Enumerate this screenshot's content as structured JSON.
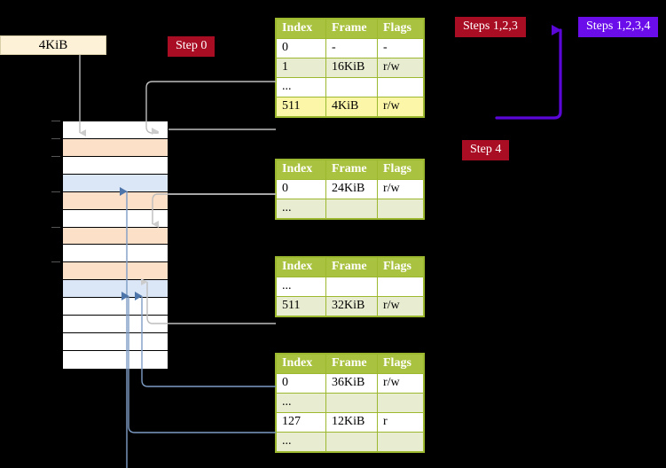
{
  "labels": {
    "size_box": "4KiB",
    "step0": "Step 0",
    "steps123": "Steps 1,2,3",
    "steps1234": "Steps 1,2,3,4",
    "step4": "Step 4"
  },
  "colors": {
    "badge_red": "#a80d24",
    "badge_purple": "#6a0dea",
    "table_header": "#a9c23f",
    "table_border": "#9cb82f",
    "row_tint": "#e8edd2",
    "highlight": "#fcf7a8",
    "mem_peach": "#fde0c8",
    "mem_blue": "#dbe7f7",
    "size_box_bg": "#fdf2d8",
    "connector_gray": "#b0b0b0",
    "connector_blue": "#7d9cc4"
  },
  "tables": {
    "columns": [
      "Index",
      "Frame",
      "Flags"
    ],
    "pml4": {
      "name": "pml4-table",
      "rows": [
        {
          "index": "0",
          "frame": "-",
          "flags": "-",
          "style": "r-white"
        },
        {
          "index": "1",
          "frame": "16KiB",
          "flags": "r/w",
          "style": "r-tint"
        },
        {
          "index": "...",
          "frame": "",
          "flags": "",
          "style": "r-white"
        },
        {
          "index": "511",
          "frame": "4KiB",
          "flags": "r/w",
          "style": "hl"
        }
      ]
    },
    "pdpt": {
      "name": "pdpt-table",
      "rows": [
        {
          "index": "0",
          "frame": "24KiB",
          "flags": "r/w",
          "style": "r-white"
        },
        {
          "index": "...",
          "frame": "",
          "flags": "",
          "style": "r-tint"
        }
      ]
    },
    "pd": {
      "name": "page-directory-table",
      "rows": [
        {
          "index": "...",
          "frame": "",
          "flags": "",
          "style": "r-white"
        },
        {
          "index": "511",
          "frame": "32KiB",
          "flags": "r/w",
          "style": "r-tint"
        }
      ]
    },
    "pt": {
      "name": "page-table",
      "rows": [
        {
          "index": "0",
          "frame": "36KiB",
          "flags": "r/w",
          "style": "r-white"
        },
        {
          "index": "...",
          "frame": "",
          "flags": "",
          "style": "r-tint"
        },
        {
          "index": "127",
          "frame": "12KiB",
          "flags": "r",
          "style": "r-white"
        },
        {
          "index": "...",
          "frame": "",
          "flags": "",
          "style": "r-tint"
        }
      ]
    }
  },
  "memory_grid": {
    "name": "physical-memory-grid",
    "rows": [
      {
        "fill": "m-white",
        "tick": true
      },
      {
        "fill": "m-peach",
        "tick": true
      },
      {
        "fill": "m-white",
        "tick": true
      },
      {
        "fill": "m-blue",
        "tick": false
      },
      {
        "fill": "m-peach",
        "tick": true
      },
      {
        "fill": "m-white",
        "tick": false
      },
      {
        "fill": "m-peach",
        "tick": true
      },
      {
        "fill": "m-white",
        "tick": false
      },
      {
        "fill": "m-peach",
        "tick": true
      },
      {
        "fill": "m-blue",
        "tick": false
      },
      {
        "fill": "m-white",
        "tick": false
      },
      {
        "fill": "m-white",
        "tick": false
      },
      {
        "fill": "m-white",
        "tick": false
      },
      {
        "fill": "m-white",
        "tick": false
      }
    ]
  }
}
